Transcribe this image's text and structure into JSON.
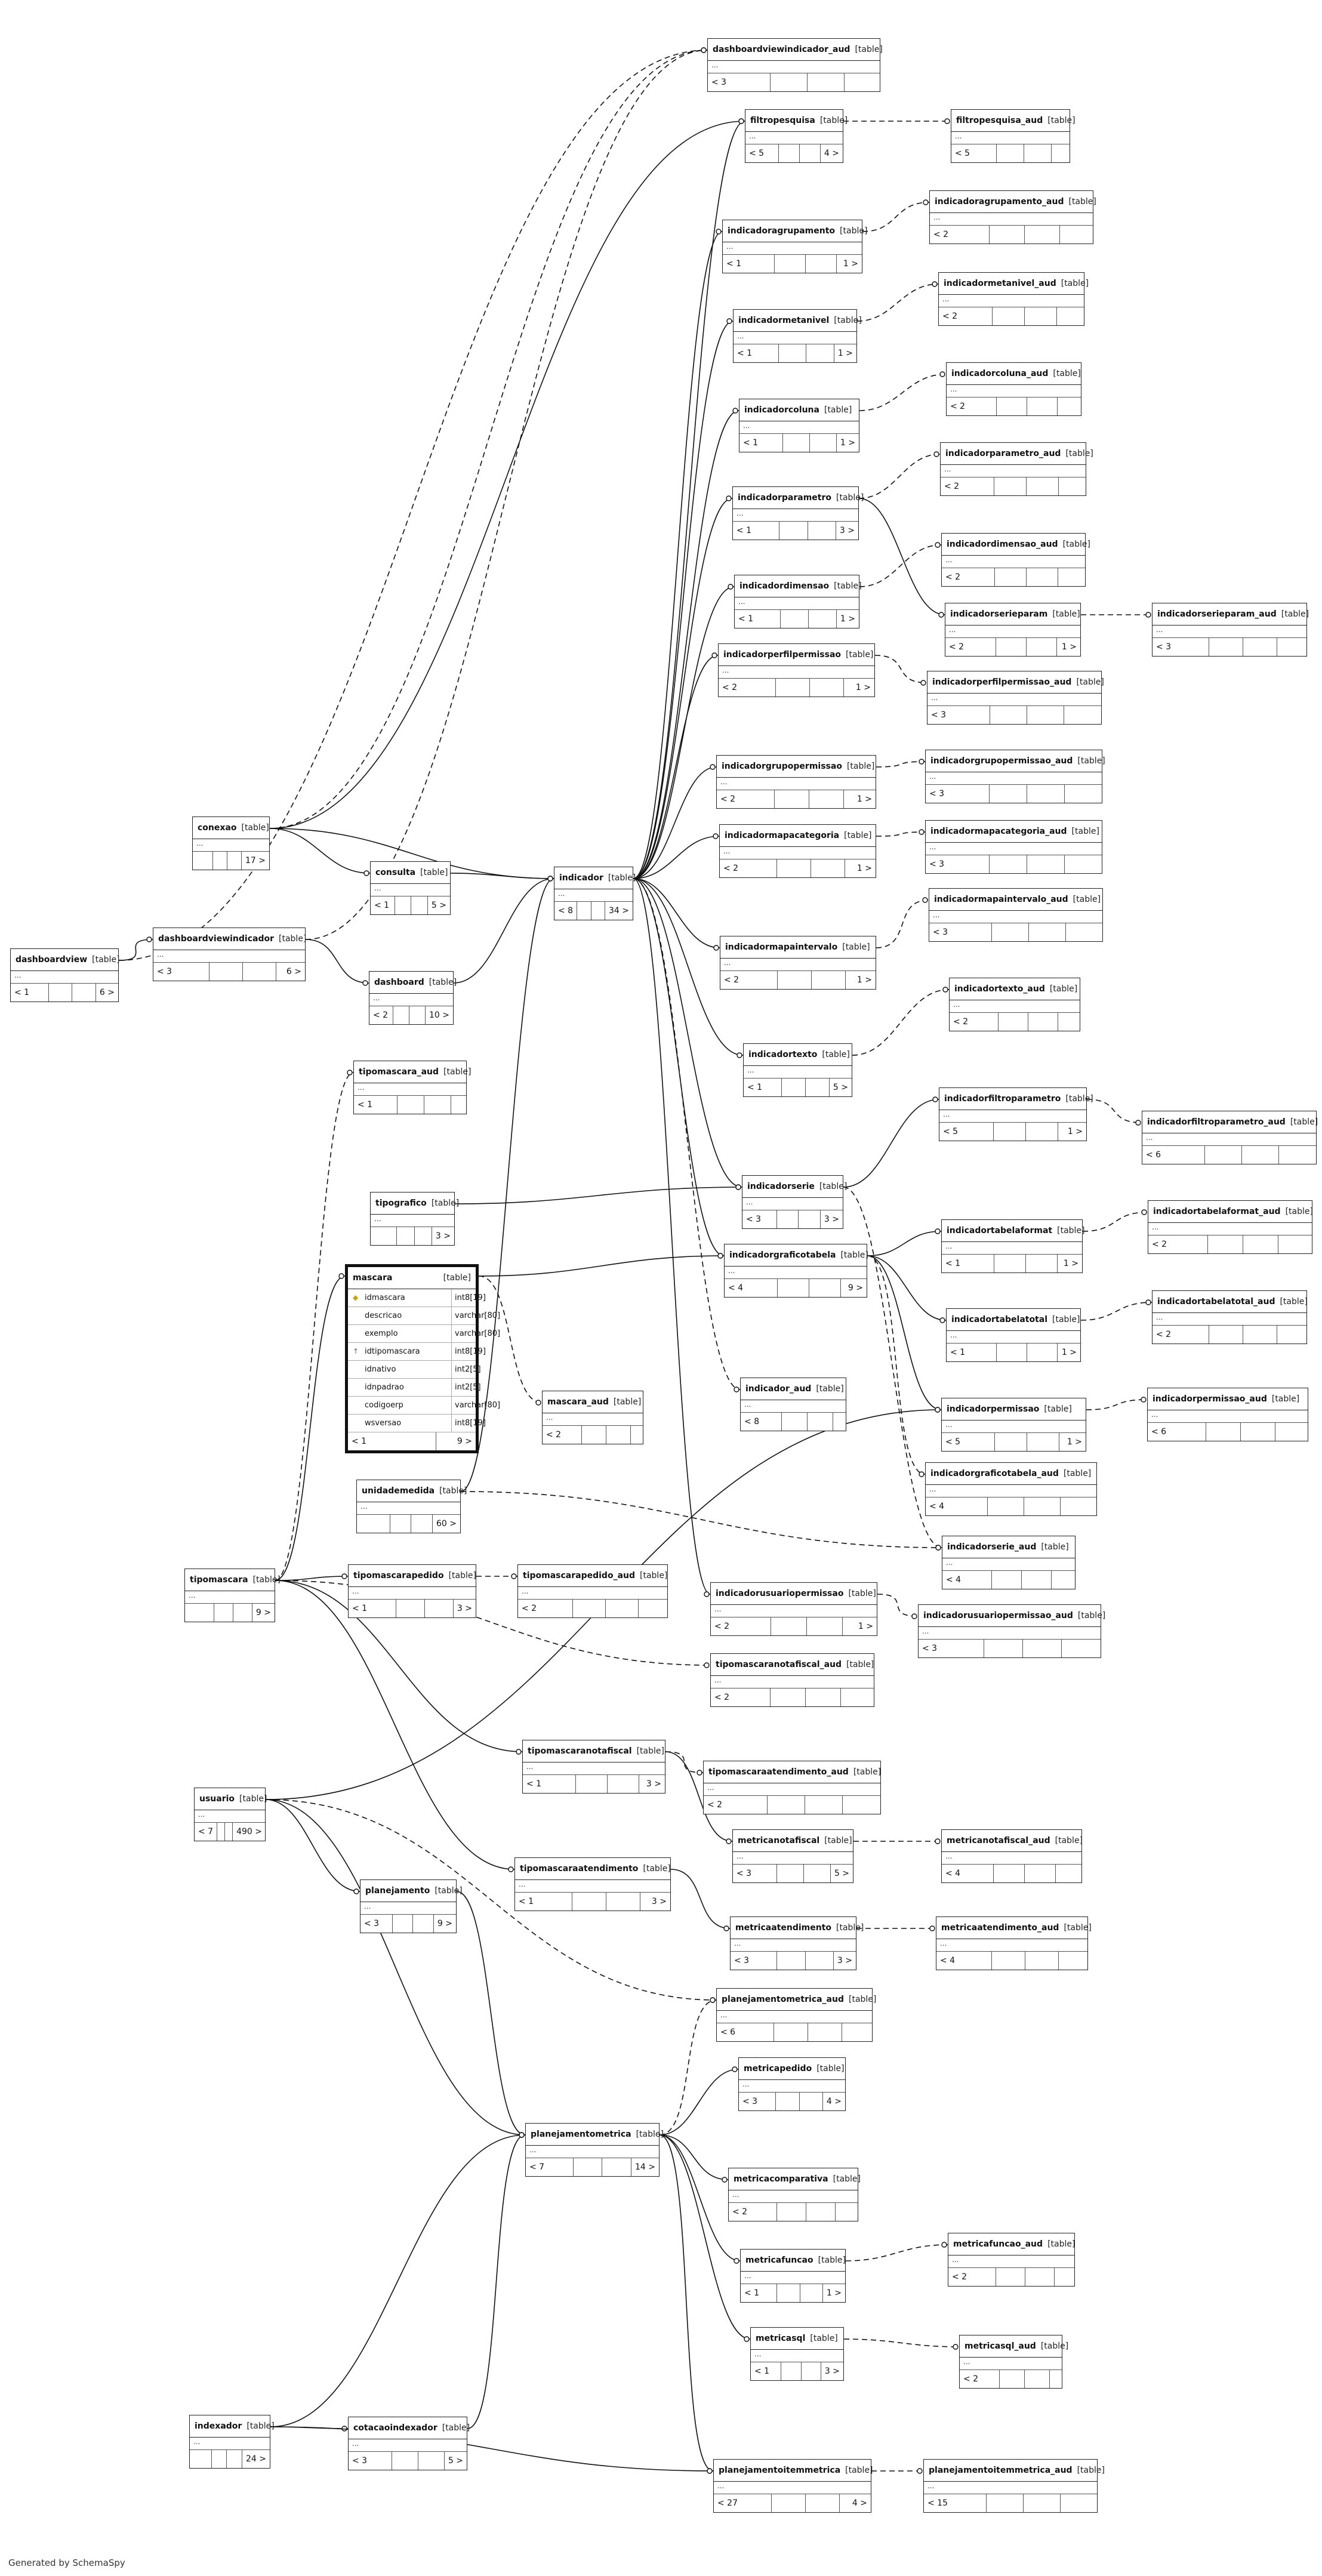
{
  "footer": {
    "credit": "Generated by SchemaSpy"
  },
  "tables": [
    {
      "name": "dashboardviewindicador_aud",
      "type": "[table]",
      "left": "< 3",
      "right": ""
    },
    {
      "name": "filtropesquisa",
      "type": "[table]",
      "left": "< 5",
      "right": "4 >"
    },
    {
      "name": "filtropesquisa_aud",
      "type": "[table]",
      "left": "< 5",
      "right": ""
    },
    {
      "name": "indicadoragrupamento_aud",
      "type": "[table]",
      "left": "< 2",
      "right": ""
    },
    {
      "name": "indicadoragrupamento",
      "type": "[table]",
      "left": "< 1",
      "right": "1 >"
    },
    {
      "name": "indicadormetanivel_aud",
      "type": "[table]",
      "left": "< 2",
      "right": ""
    },
    {
      "name": "indicadormetanivel",
      "type": "[table]",
      "left": "< 1",
      "right": "1 >"
    },
    {
      "name": "indicadorcoluna_aud",
      "type": "[table]",
      "left": "< 2",
      "right": ""
    },
    {
      "name": "indicadorcoluna",
      "type": "[table]",
      "left": "< 1",
      "right": "1 >"
    },
    {
      "name": "indicadorparametro_aud",
      "type": "[table]",
      "left": "< 2",
      "right": ""
    },
    {
      "name": "indicadorparametro",
      "type": "[table]",
      "left": "< 1",
      "right": "3 >"
    },
    {
      "name": "indicadordimensao_aud",
      "type": "[table]",
      "left": "< 2",
      "right": ""
    },
    {
      "name": "indicadordimensao",
      "type": "[table]",
      "left": "< 1",
      "right": "1 >"
    },
    {
      "name": "indicadorserieparam",
      "type": "[table]",
      "left": "< 2",
      "right": "1 >"
    },
    {
      "name": "indicadorserieparam_aud",
      "type": "[table]",
      "left": "< 3",
      "right": ""
    },
    {
      "name": "indicadorperfilpermissao",
      "type": "[table]",
      "left": "< 2",
      "right": "1 >"
    },
    {
      "name": "indicadorperfilpermissao_aud",
      "type": "[table]",
      "left": "< 3",
      "right": ""
    },
    {
      "name": "indicadorgrupopermissao",
      "type": "[table]",
      "left": "< 2",
      "right": "1 >"
    },
    {
      "name": "indicadorgrupopermissao_aud",
      "type": "[table]",
      "left": "< 3",
      "right": ""
    },
    {
      "name": "indicadormapacategoria",
      "type": "[table]",
      "left": "< 2",
      "right": "1 >"
    },
    {
      "name": "indicadormapacategoria_aud",
      "type": "[table]",
      "left": "< 3",
      "right": ""
    },
    {
      "name": "conexao",
      "type": "[table]",
      "left": "",
      "right": "17 >"
    },
    {
      "name": "consulta",
      "type": "[table]",
      "left": "< 1",
      "right": "5 >"
    },
    {
      "name": "indicador",
      "type": "[table]",
      "left": "< 8",
      "right": "34 >"
    },
    {
      "name": "indicadormapaintervalo_aud",
      "type": "[table]",
      "left": "< 3",
      "right": ""
    },
    {
      "name": "indicadormapaintervalo",
      "type": "[table]",
      "left": "< 2",
      "right": "1 >"
    },
    {
      "name": "dashboardview",
      "type": "[table]",
      "left": "< 1",
      "right": "6 >"
    },
    {
      "name": "dashboardviewindicador",
      "type": "[table]",
      "left": "< 3",
      "right": "6 >"
    },
    {
      "name": "dashboard",
      "type": "[table]",
      "left": "< 2",
      "right": "10 >"
    },
    {
      "name": "indicadortexto_aud",
      "type": "[table]",
      "left": "< 2",
      "right": ""
    },
    {
      "name": "tipomascara_aud",
      "type": "[table]",
      "left": "< 1",
      "right": ""
    },
    {
      "name": "indicadortexto",
      "type": "[table]",
      "left": "< 1",
      "right": "5 >"
    },
    {
      "name": "indicadorfiltroparametro",
      "type": "[table]",
      "left": "< 5",
      "right": "1 >"
    },
    {
      "name": "indicadorfiltroparametro_aud",
      "type": "[table]",
      "left": "< 6",
      "right": ""
    },
    {
      "name": "indicadorserie",
      "type": "[table]",
      "left": "< 3",
      "right": "3 >"
    },
    {
      "name": "tipografico",
      "type": "[table]",
      "left": "",
      "right": "3 >"
    },
    {
      "name": "indicadortabelaformat",
      "type": "[table]",
      "left": "< 1",
      "right": "1 >"
    },
    {
      "name": "indicadortabelaformat_aud",
      "type": "[table]",
      "left": "< 2",
      "right": ""
    },
    {
      "name": "indicadorgraficotabela",
      "type": "[table]",
      "left": "< 4",
      "right": "9 >"
    },
    {
      "name": "indicadortabelatotal",
      "type": "[table]",
      "left": "< 1",
      "right": "1 >"
    },
    {
      "name": "indicadortabelatotal_aud",
      "type": "[table]",
      "left": "< 2",
      "right": ""
    },
    {
      "name": "indicador_aud",
      "type": "[table]",
      "left": "< 8",
      "right": ""
    },
    {
      "name": "indicadorpermissao",
      "type": "[table]",
      "left": "< 5",
      "right": "1 >"
    },
    {
      "name": "indicadorpermissao_aud",
      "type": "[table]",
      "left": "< 6",
      "right": ""
    },
    {
      "name": "mascara_aud",
      "type": "[table]",
      "left": "< 2",
      "right": ""
    },
    {
      "name": "unidademedida",
      "type": "[table]",
      "left": "",
      "right": "60 >"
    },
    {
      "name": "indicadorgraficotabela_aud",
      "type": "[table]",
      "left": "< 4",
      "right": ""
    },
    {
      "name": "indicadorserie_aud",
      "type": "[table]",
      "left": "< 4",
      "right": ""
    },
    {
      "name": "tipomascara",
      "type": "[table]",
      "left": "",
      "right": "9 >"
    },
    {
      "name": "tipomascarapedido",
      "type": "[table]",
      "left": "< 1",
      "right": "3 >"
    },
    {
      "name": "tipomascarapedido_aud",
      "type": "[table]",
      "left": "< 2",
      "right": ""
    },
    {
      "name": "indicadorusuariopermissao",
      "type": "[table]",
      "left": "< 2",
      "right": "1 >"
    },
    {
      "name": "indicadorusuariopermissao_aud",
      "type": "[table]",
      "left": "< 3",
      "right": ""
    },
    {
      "name": "tipomascaranotafiscal_aud",
      "type": "[table]",
      "left": "< 2",
      "right": ""
    },
    {
      "name": "tipomascaranotafiscal",
      "type": "[table]",
      "left": "< 1",
      "right": "3 >"
    },
    {
      "name": "tipomascaraatendimento_aud",
      "type": "[table]",
      "left": "< 2",
      "right": ""
    },
    {
      "name": "usuario",
      "type": "[table]",
      "left": "< 7",
      "right": "490 >"
    },
    {
      "name": "metricanotafiscal",
      "type": "[table]",
      "left": "< 3",
      "right": "5 >"
    },
    {
      "name": "metricanotafiscal_aud",
      "type": "[table]",
      "left": "< 4",
      "right": ""
    },
    {
      "name": "tipomascaraatendimento",
      "type": "[table]",
      "left": "< 1",
      "right": "3 >"
    },
    {
      "name": "planejamento",
      "type": "[table]",
      "left": "< 3",
      "right": "9 >"
    },
    {
      "name": "metricaatendimento",
      "type": "[table]",
      "left": "< 3",
      "right": "3 >"
    },
    {
      "name": "metricaatendimento_aud",
      "type": "[table]",
      "left": "< 4",
      "right": ""
    },
    {
      "name": "planejamentometrica_aud",
      "type": "[table]",
      "left": "< 6",
      "right": ""
    },
    {
      "name": "metricapedido",
      "type": "[table]",
      "left": "< 3",
      "right": "4 >"
    },
    {
      "name": "planejamentometrica",
      "type": "[table]",
      "left": "< 7",
      "right": "14 >"
    },
    {
      "name": "metricacomparativa",
      "type": "[table]",
      "left": "< 2",
      "right": ""
    },
    {
      "name": "metricafuncao_aud",
      "type": "[table]",
      "left": "< 2",
      "right": ""
    },
    {
      "name": "metricafuncao",
      "type": "[table]",
      "left": "< 1",
      "right": "1 >"
    },
    {
      "name": "metricasql",
      "type": "[table]",
      "left": "< 1",
      "right": "3 >"
    },
    {
      "name": "metricasql_aud",
      "type": "[table]",
      "left": "< 2",
      "right": ""
    },
    {
      "name": "indexador",
      "type": "[table]",
      "left": "",
      "right": "24 >"
    },
    {
      "name": "cotacaoindexador",
      "type": "[table]",
      "left": "< 3",
      "right": "5 >"
    },
    {
      "name": "planejamentoitemmetrica",
      "type": "[table]",
      "left": "< 27",
      "right": "4 >"
    },
    {
      "name": "planejamentoitemmetrica_aud",
      "type": "[table]",
      "left": "< 15",
      "right": ""
    }
  ],
  "mascara": {
    "name": "mascara",
    "type": "[table]",
    "columns": [
      {
        "name": "idmascara",
        "type": "int8[19]",
        "key": "pk"
      },
      {
        "name": "descricao",
        "type": "varchar[80]",
        "key": ""
      },
      {
        "name": "exemplo",
        "type": "varchar[80]",
        "key": ""
      },
      {
        "name": "idtipomascara",
        "type": "int8[19]",
        "key": "fk"
      },
      {
        "name": "idnativo",
        "type": "int2[5]",
        "key": ""
      },
      {
        "name": "idnpadrao",
        "type": "int2[5]",
        "key": ""
      },
      {
        "name": "codigoerp",
        "type": "varchar[80]",
        "key": ""
      },
      {
        "name": "wsversao",
        "type": "int8[19]",
        "key": ""
      }
    ],
    "left": "< 1",
    "right": "9 >"
  }
}
